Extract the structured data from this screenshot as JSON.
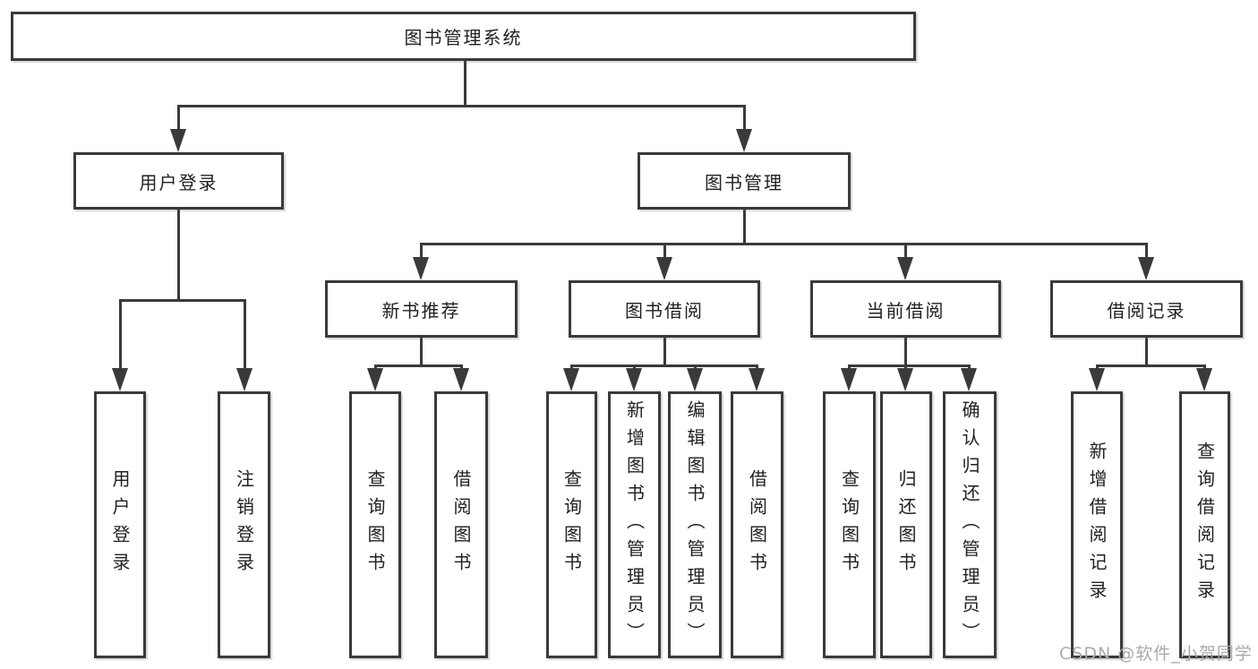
{
  "diagram": {
    "root": "图书管理系统",
    "level2": {
      "user_login": "用户登录",
      "book_management": "图书管理"
    },
    "level3": {
      "new_book_recommend": "新书推荐",
      "book_borrowing": "图书借阅",
      "current_borrowing": "当前借阅",
      "borrowing_records": "借阅记录"
    },
    "leaves": {
      "user_login": "用户登录",
      "logout": "注销登录",
      "nbr_query_books": "查询图书",
      "nbr_borrow_books": "借阅图书",
      "bb_query_books": "查询图书",
      "bb_add_books_admin": "新增图书（管理员）",
      "bb_edit_books_admin": "编辑图书（管理员）",
      "bb_borrow_books": "借阅图书",
      "cb_query_books": "查询图书",
      "cb_return_books": "归还图书",
      "cb_confirm_return_admin": "确认归还（管理员）",
      "br_add_record": "新增借阅记录",
      "br_query_record": "查询借阅记录"
    }
  },
  "colors": {
    "line": "#3a3a3a",
    "text": "#1f1f1f",
    "background": "#ffffff",
    "watermark": "#aaaaaa"
  },
  "watermark": {
    "text": "CSDN @软件_小贺同学"
  }
}
